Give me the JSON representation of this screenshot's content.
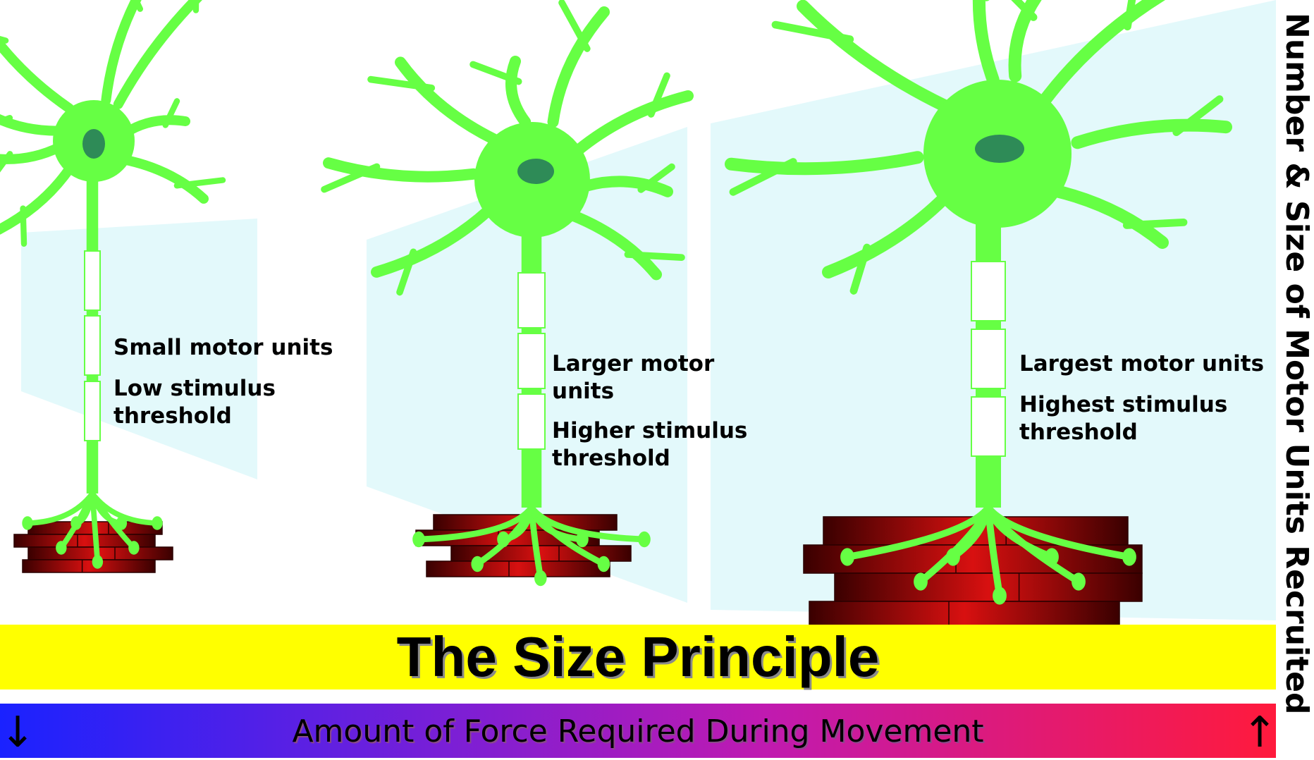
{
  "units": [
    {
      "size_label": "Small motor units",
      "threshold_label": "Low stimulus threshold",
      "threshold_lines": [
        "Low stimulus",
        "threshold"
      ]
    },
    {
      "size_lines": [
        "Larger motor",
        "units"
      ],
      "size_label": "Larger motor units",
      "threshold_lines": [
        "Higher stimulus",
        "threshold"
      ],
      "threshold_label": "Higher stimulus threshold"
    },
    {
      "size_label": "Largest motor units",
      "threshold_lines": [
        "Highest stimulus",
        "threshold"
      ],
      "threshold_label": "Highest stimulus threshold"
    }
  ],
  "title": "The Size Principle",
  "force_axis": {
    "label": "Amount of Force Required During Movement",
    "low_arrow": "↓",
    "high_arrow": "↑"
  },
  "recruitment_axis": {
    "label": "Number & Size of Motor Units Recruited"
  },
  "colors": {
    "neuron": "#66ff44",
    "nucleus": "#2e8b57",
    "muscle_dark": "#3a0000",
    "muscle_light": "#e01010",
    "banner": "#ffff00",
    "force_low": "#1a22ff",
    "force_high": "#ff1a3c",
    "backdrop": "#e3f9fb"
  }
}
